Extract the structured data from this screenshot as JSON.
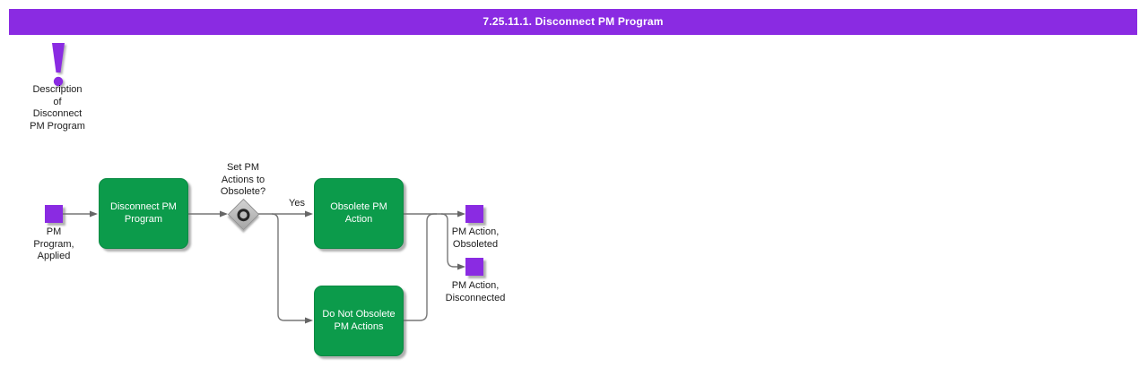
{
  "banner": {
    "title": "7.25.11.1. Disconnect PM Program"
  },
  "annotation": {
    "icon": "exclamation-icon",
    "label": "Description\nof\nDisconnect\nPM Program"
  },
  "flowchart": {
    "start_event": {
      "label": "PM\nProgram,\nApplied"
    },
    "tasks": {
      "disconnect": {
        "label": "Disconnect PM Program"
      },
      "obsolete": {
        "label": "Obsolete PM Action"
      },
      "do_not_obsolete": {
        "label": "Do Not Obsolete PM Actions"
      }
    },
    "gateway": {
      "question": "Set PM\nActions to\nObsolete?",
      "yes_branch_label": "Yes"
    },
    "end_events": {
      "obsoleted": {
        "label": "PM Action,\nObsoleted"
      },
      "disconnected": {
        "label": "PM Action,\nDisconnected"
      }
    }
  },
  "colors": {
    "purple": "#8A2BE2",
    "green": "#0C9B4B",
    "connector": "#777777",
    "banner_text": "#FFFFFF"
  }
}
